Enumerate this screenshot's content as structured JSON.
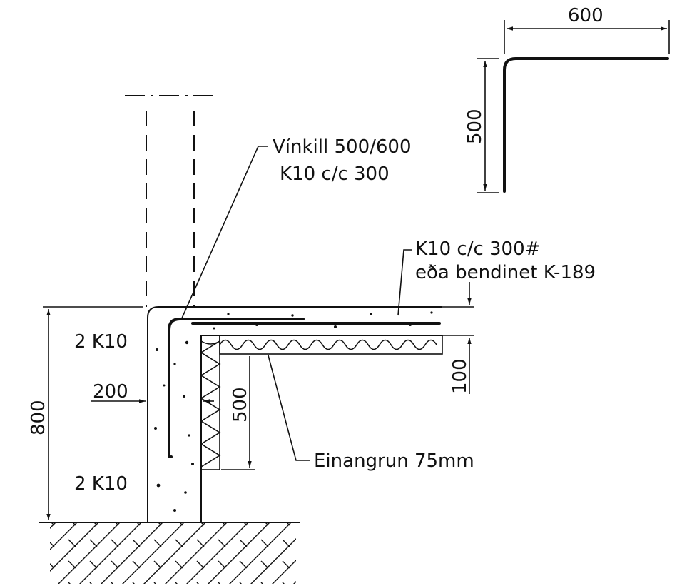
{
  "labels": {
    "angle_bar_line1": "Vínkill 500/600",
    "angle_bar_line2": "K10 c/c 300",
    "slab_rebar_line1": "K10 c/c 300#",
    "slab_rebar_line2": "eða bendinet K-189",
    "top_bars": "2 K10",
    "bottom_bars": "2 K10",
    "insulation": "Einangrun 75mm"
  },
  "dimensions": {
    "bar_width": "600",
    "bar_height": "500",
    "wall_height": "800",
    "wall_thickness": "200",
    "insulation_depth": "500",
    "slab_thickness": "100"
  },
  "colors": {
    "line": "#111111",
    "background": "#ffffff"
  }
}
